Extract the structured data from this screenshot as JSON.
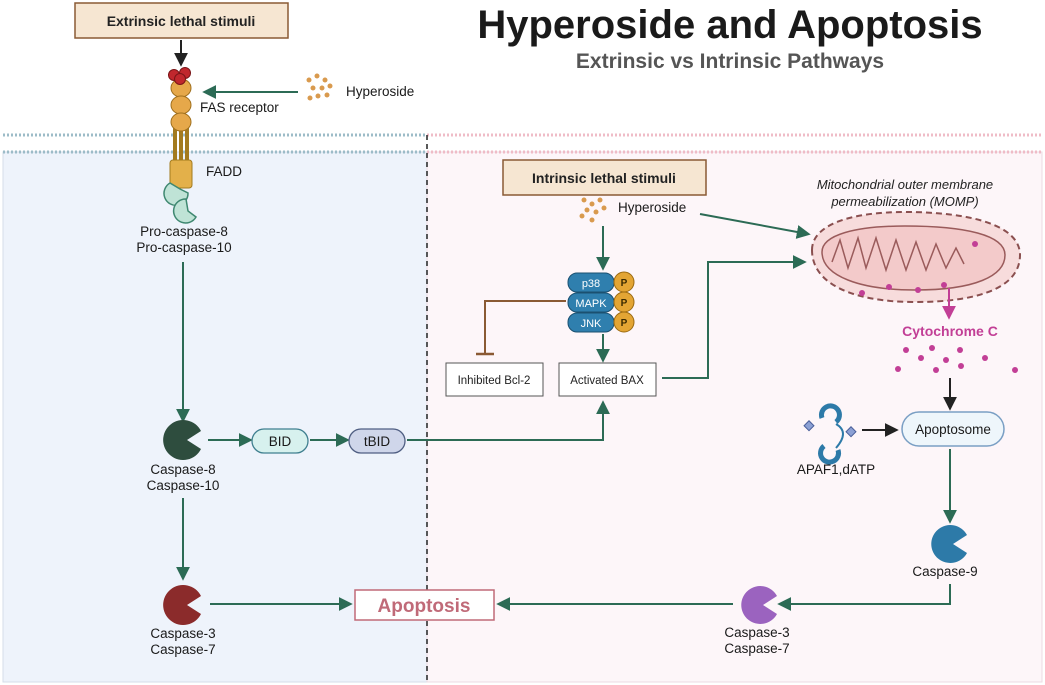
{
  "header": {
    "title": "Hyperoside and Apoptosis",
    "subtitle": "Extrinsic vs Intrinsic Pathways"
  },
  "extrinsic": {
    "stimulus": "Extrinsic lethal stimuli",
    "hyperoside": "Hyperoside",
    "receptor": "FAS receptor",
    "adaptor": "FADD",
    "procaspase_a": "Pro-caspase-8",
    "procaspase_b": "Pro-caspase-10",
    "caspase_a": "Caspase-8",
    "caspase_b": "Caspase-10",
    "bid": "BID",
    "tbid": "tBID",
    "exec_a": "Caspase-3",
    "exec_b": "Caspase-7"
  },
  "intrinsic": {
    "stimulus": "Intrinsic lethal stimuli",
    "hyperoside": "Hyperoside",
    "kinases": [
      "p38",
      "MAPK",
      "JNK"
    ],
    "phospho": "P",
    "inhibited": "Inhibited Bcl-2",
    "activated": "Activated BAX",
    "momp_line1": "Mitochondrial outer membrane",
    "momp_line2": "permeabilization (MOMP)",
    "cytochrome": "Cytochrome C",
    "apaf": "APAF1,dATP",
    "apoptosome": "Apoptosome",
    "caspase9": "Caspase-9",
    "exec_a": "Caspase-3",
    "exec_b": "Caspase-7"
  },
  "outcome": {
    "label": "Apoptosis"
  },
  "colors": {
    "arrow": "#2c6b55",
    "extrinsic_panel": "#eef3fb",
    "intrinsic_panel": "#fdf6f9",
    "caspase8": "#2e4d3e",
    "caspase3_left": "#8b2b2b",
    "caspase3_right": "#9b63bf",
    "caspase9": "#2d7aa8",
    "cytochrome": "#c23f96",
    "apoptosis_text": "#c06a78"
  }
}
